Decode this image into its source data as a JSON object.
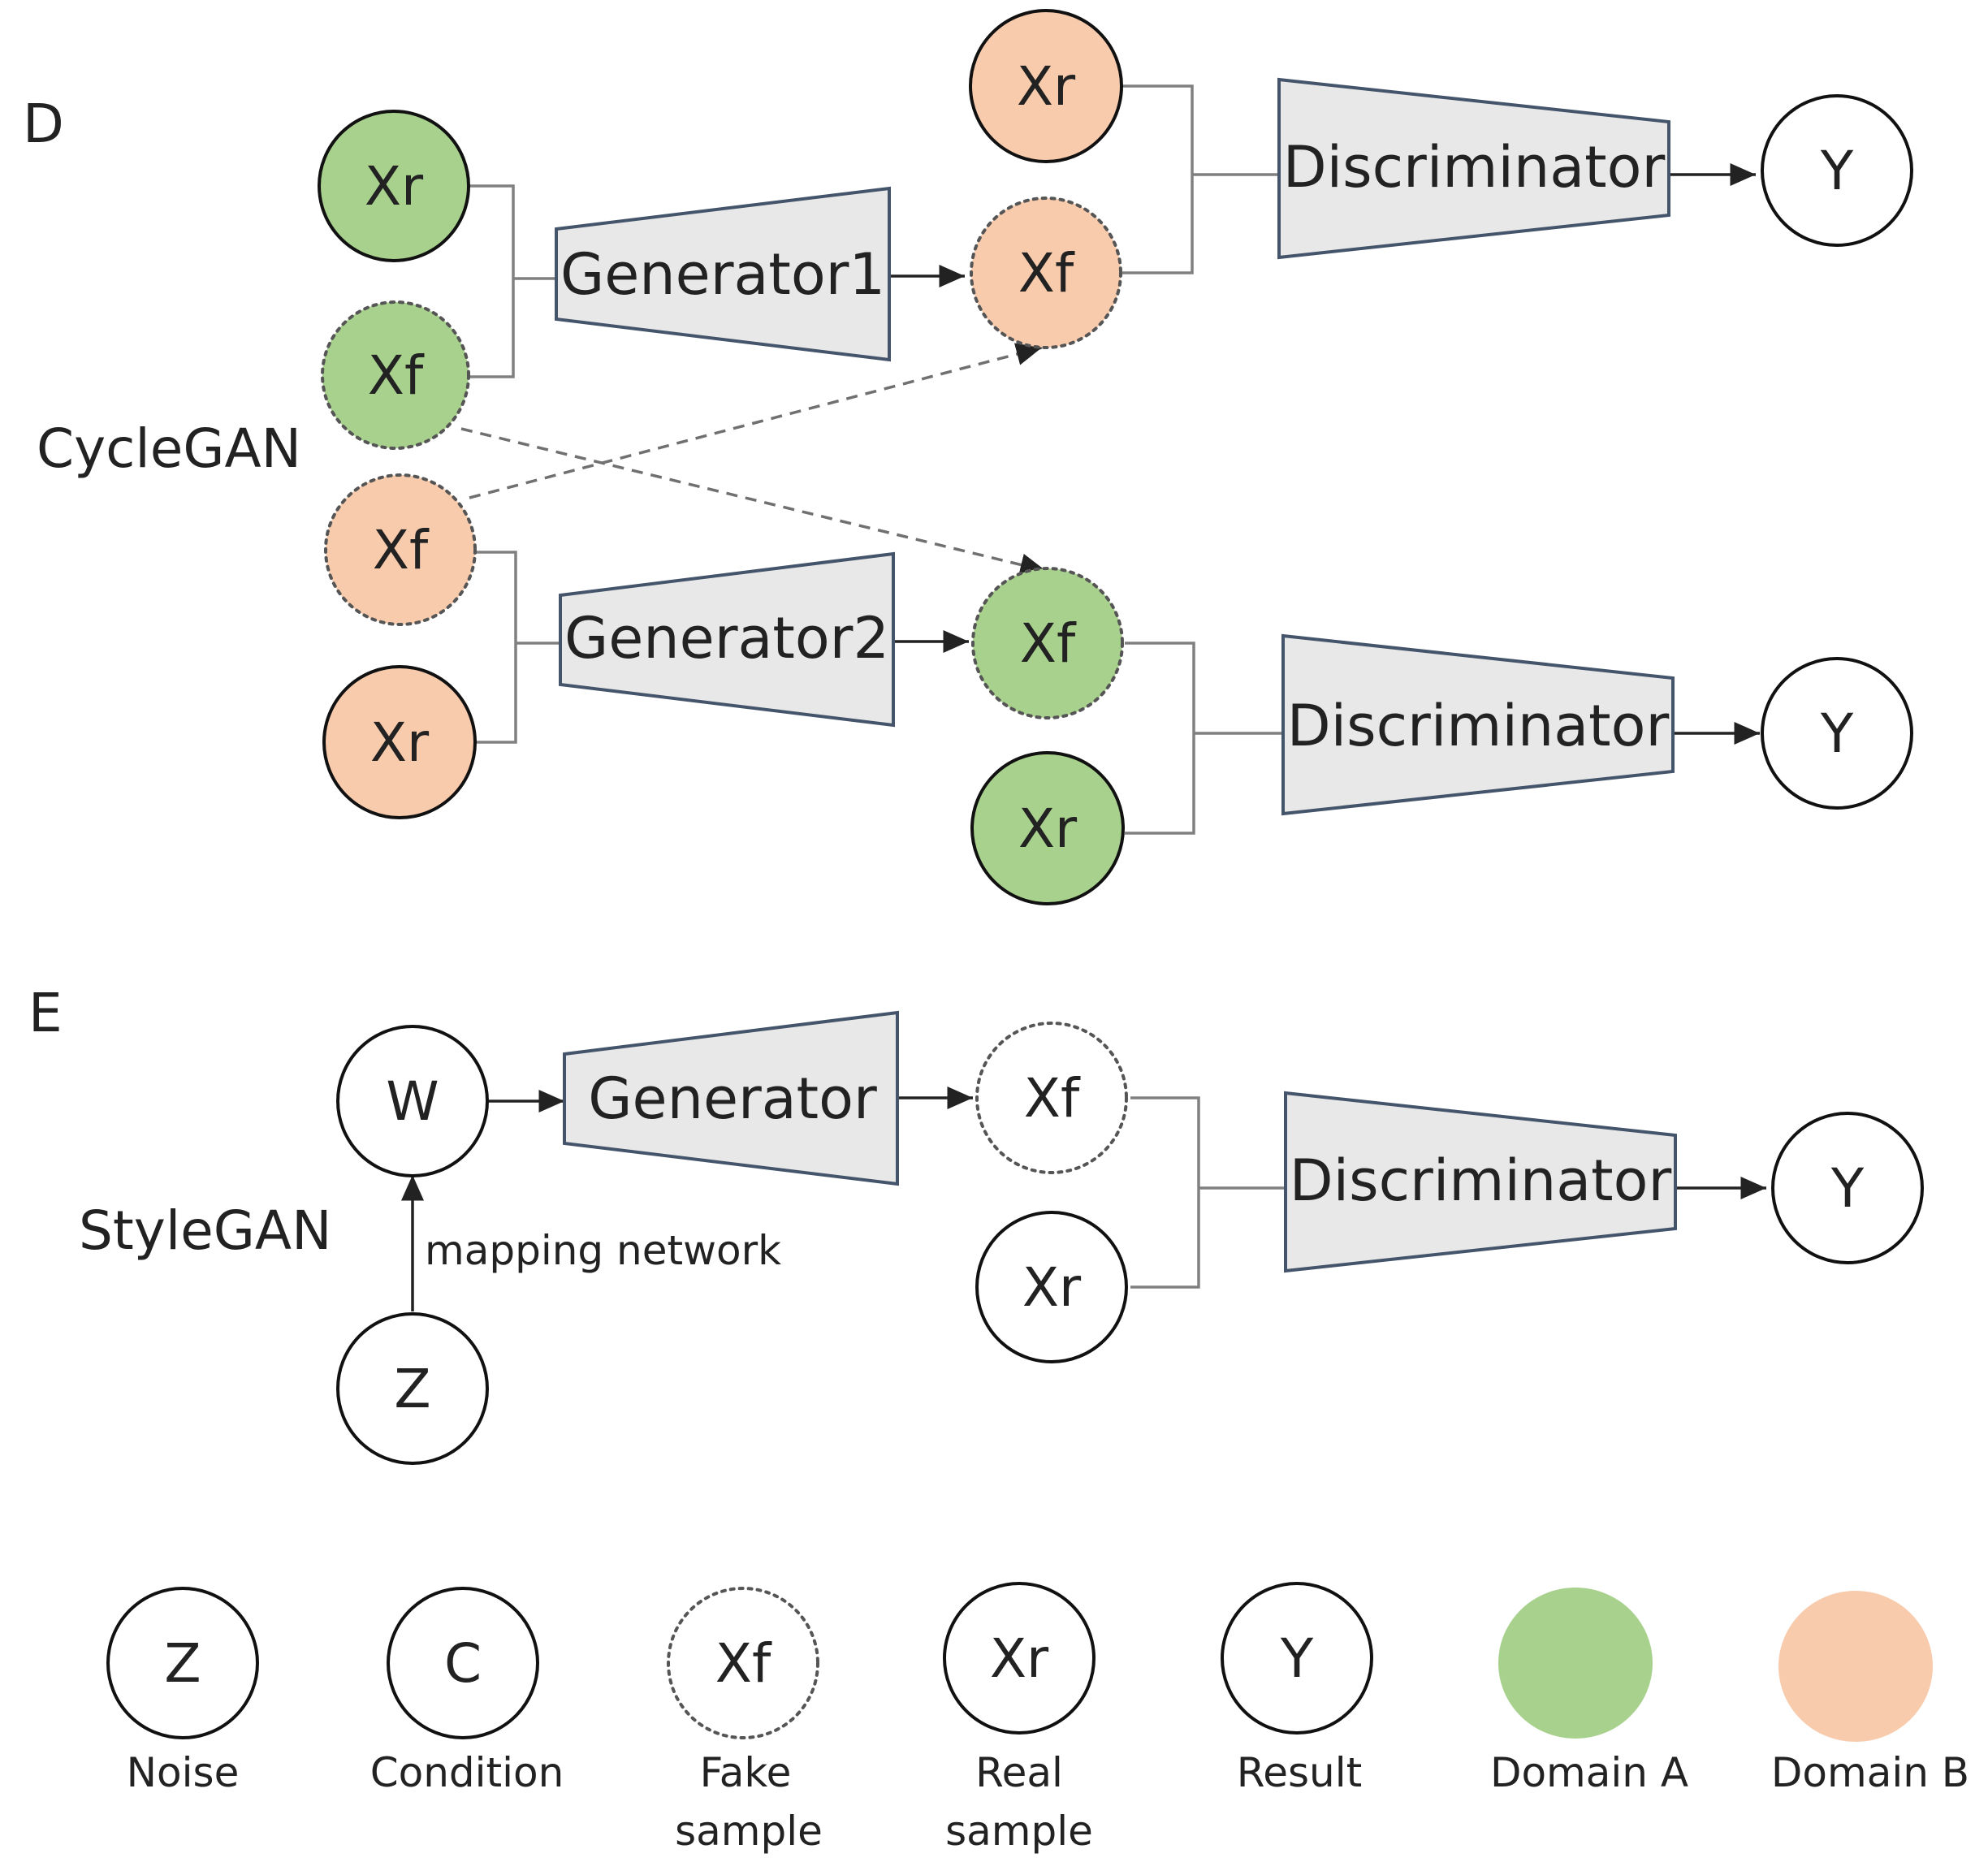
{
  "sections": {
    "d_label": "D",
    "e_label": "E",
    "cyclegan_label": "CycleGAN",
    "stylegan_label": "StyleGAN"
  },
  "colors": {
    "domain_a": "#a9d18e",
    "domain_b": "#f8cbad",
    "block_fill": "#e8e8e8",
    "block_stroke": "#44546a",
    "plain_node": "#ffffff"
  },
  "cyclegan": {
    "top": {
      "input_real": "Xr",
      "input_fake": "Xf",
      "generator": "Generator1",
      "output_fake": "Xf",
      "disc_real": "Xr",
      "discriminator": "Discriminator",
      "result": "Y"
    },
    "bottom": {
      "input_fake": "Xf",
      "input_real": "Xr",
      "generator": "Generator2",
      "output_fake": "Xf",
      "disc_real": "Xr",
      "discriminator": "Discriminator",
      "result": "Y"
    }
  },
  "stylegan": {
    "w": "W",
    "z": "Z",
    "mapping_label": "mapping network",
    "generator": "Generator",
    "output_fake": "Xf",
    "disc_real": "Xr",
    "discriminator": "Discriminator",
    "result": "Y"
  },
  "legend": {
    "noise": {
      "symbol": "Z",
      "line1": "Noise",
      "line2": ""
    },
    "condition": {
      "symbol": "C",
      "line1": "Condition",
      "line2": ""
    },
    "fake": {
      "symbol": "Xf",
      "line1": "Fake",
      "line2": "sample"
    },
    "real": {
      "symbol": "Xr",
      "line1": "Real",
      "line2": "sample"
    },
    "result": {
      "symbol": "Y",
      "line1": "Result",
      "line2": ""
    },
    "domain_a": {
      "line1": "Domain A"
    },
    "domain_b": {
      "line1": "Domain B"
    }
  }
}
